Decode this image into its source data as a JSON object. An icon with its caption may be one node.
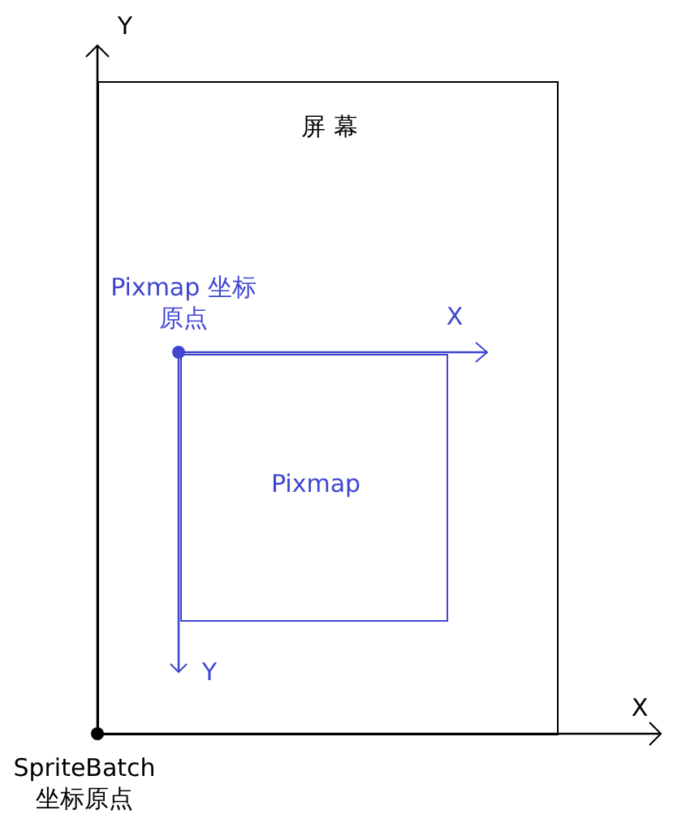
{
  "diagram": {
    "nodes": [
      {
        "text": [
          "屏 幕"
        ]
      },
      {
        "text": [
          "Pixmap"
        ],
        "in": 0
      }
    ],
    "labels": [
      "Y",
      "Pixmap 坐标原点",
      "X",
      "Y",
      "X",
      "SpriteBatch 坐标原点"
    ]
  }
}
